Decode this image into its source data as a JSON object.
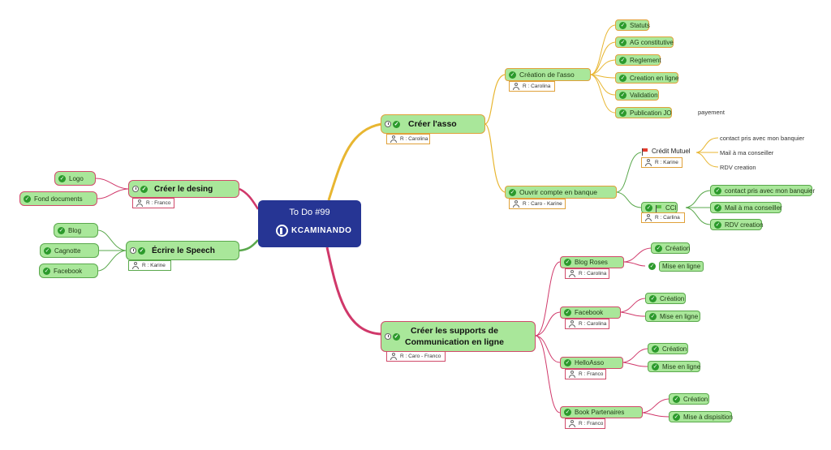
{
  "center": {
    "title": "To Do #99",
    "logo_text": "KCAMINANDO"
  },
  "branches": {
    "asso": {
      "label": "Créer l'asso",
      "resp": "R : Carolina"
    },
    "creation": {
      "label": "Création de l'asso",
      "resp": "R : Carolina",
      "items": [
        "Statuts",
        "AG constitutive",
        "Reglement",
        "Creation en ligne",
        "Validation",
        "Publication JO"
      ],
      "extra": "payement"
    },
    "banque": {
      "label": "Ouvrir compte en banque",
      "resp": "R : Caro - Karine"
    },
    "credit": {
      "label": "Crédit Mutuel",
      "resp": "R : Karine",
      "items": [
        "contact pris avec mon banquier",
        "Mail à ma conseiller",
        "RDV creation"
      ]
    },
    "cci": {
      "label": "CCI",
      "resp": "R : Carlina",
      "items": [
        "contact pris avec mon banquier",
        "Mail à ma conseiller",
        "RDV creation"
      ]
    },
    "supports": {
      "label1": "Créer les supports de",
      "label2": "Communication en ligne",
      "resp": "R : Caro - Franco"
    },
    "blog": {
      "label": "Blog Roses",
      "resp": "R : Carolina",
      "items": [
        "Création",
        "Mise en ligne"
      ]
    },
    "facebook": {
      "label": "Facebook",
      "resp": "R : Carolina",
      "items": [
        "Création",
        "Mise en ligne"
      ]
    },
    "helloasso": {
      "label": "HelloAsso",
      "resp": "R : Franco",
      "items": [
        "Création",
        "Mise en ligne"
      ]
    },
    "book": {
      "label": "Book Partenaires",
      "resp": "R : Franco",
      "items": [
        "Création",
        "Mise à dispisition"
      ]
    },
    "desing": {
      "label": "Créer le desing",
      "resp": "R : Franco",
      "items": [
        "Logo",
        "Fond documents"
      ]
    },
    "speech": {
      "label": "Écrire le Speech",
      "resp": "R : Karine",
      "items": [
        "Blog",
        "Cagnotte",
        "Facebook"
      ]
    }
  },
  "colors": {
    "center": "#263594",
    "node": "#a9e79a",
    "pink_link": "#d0386a",
    "yellow_link": "#e8b631",
    "green_link": "#5aa84c"
  },
  "icons": [
    "check-icon",
    "clock-icon",
    "person-icon",
    "flag-icon",
    "kcaminando-logo"
  ]
}
